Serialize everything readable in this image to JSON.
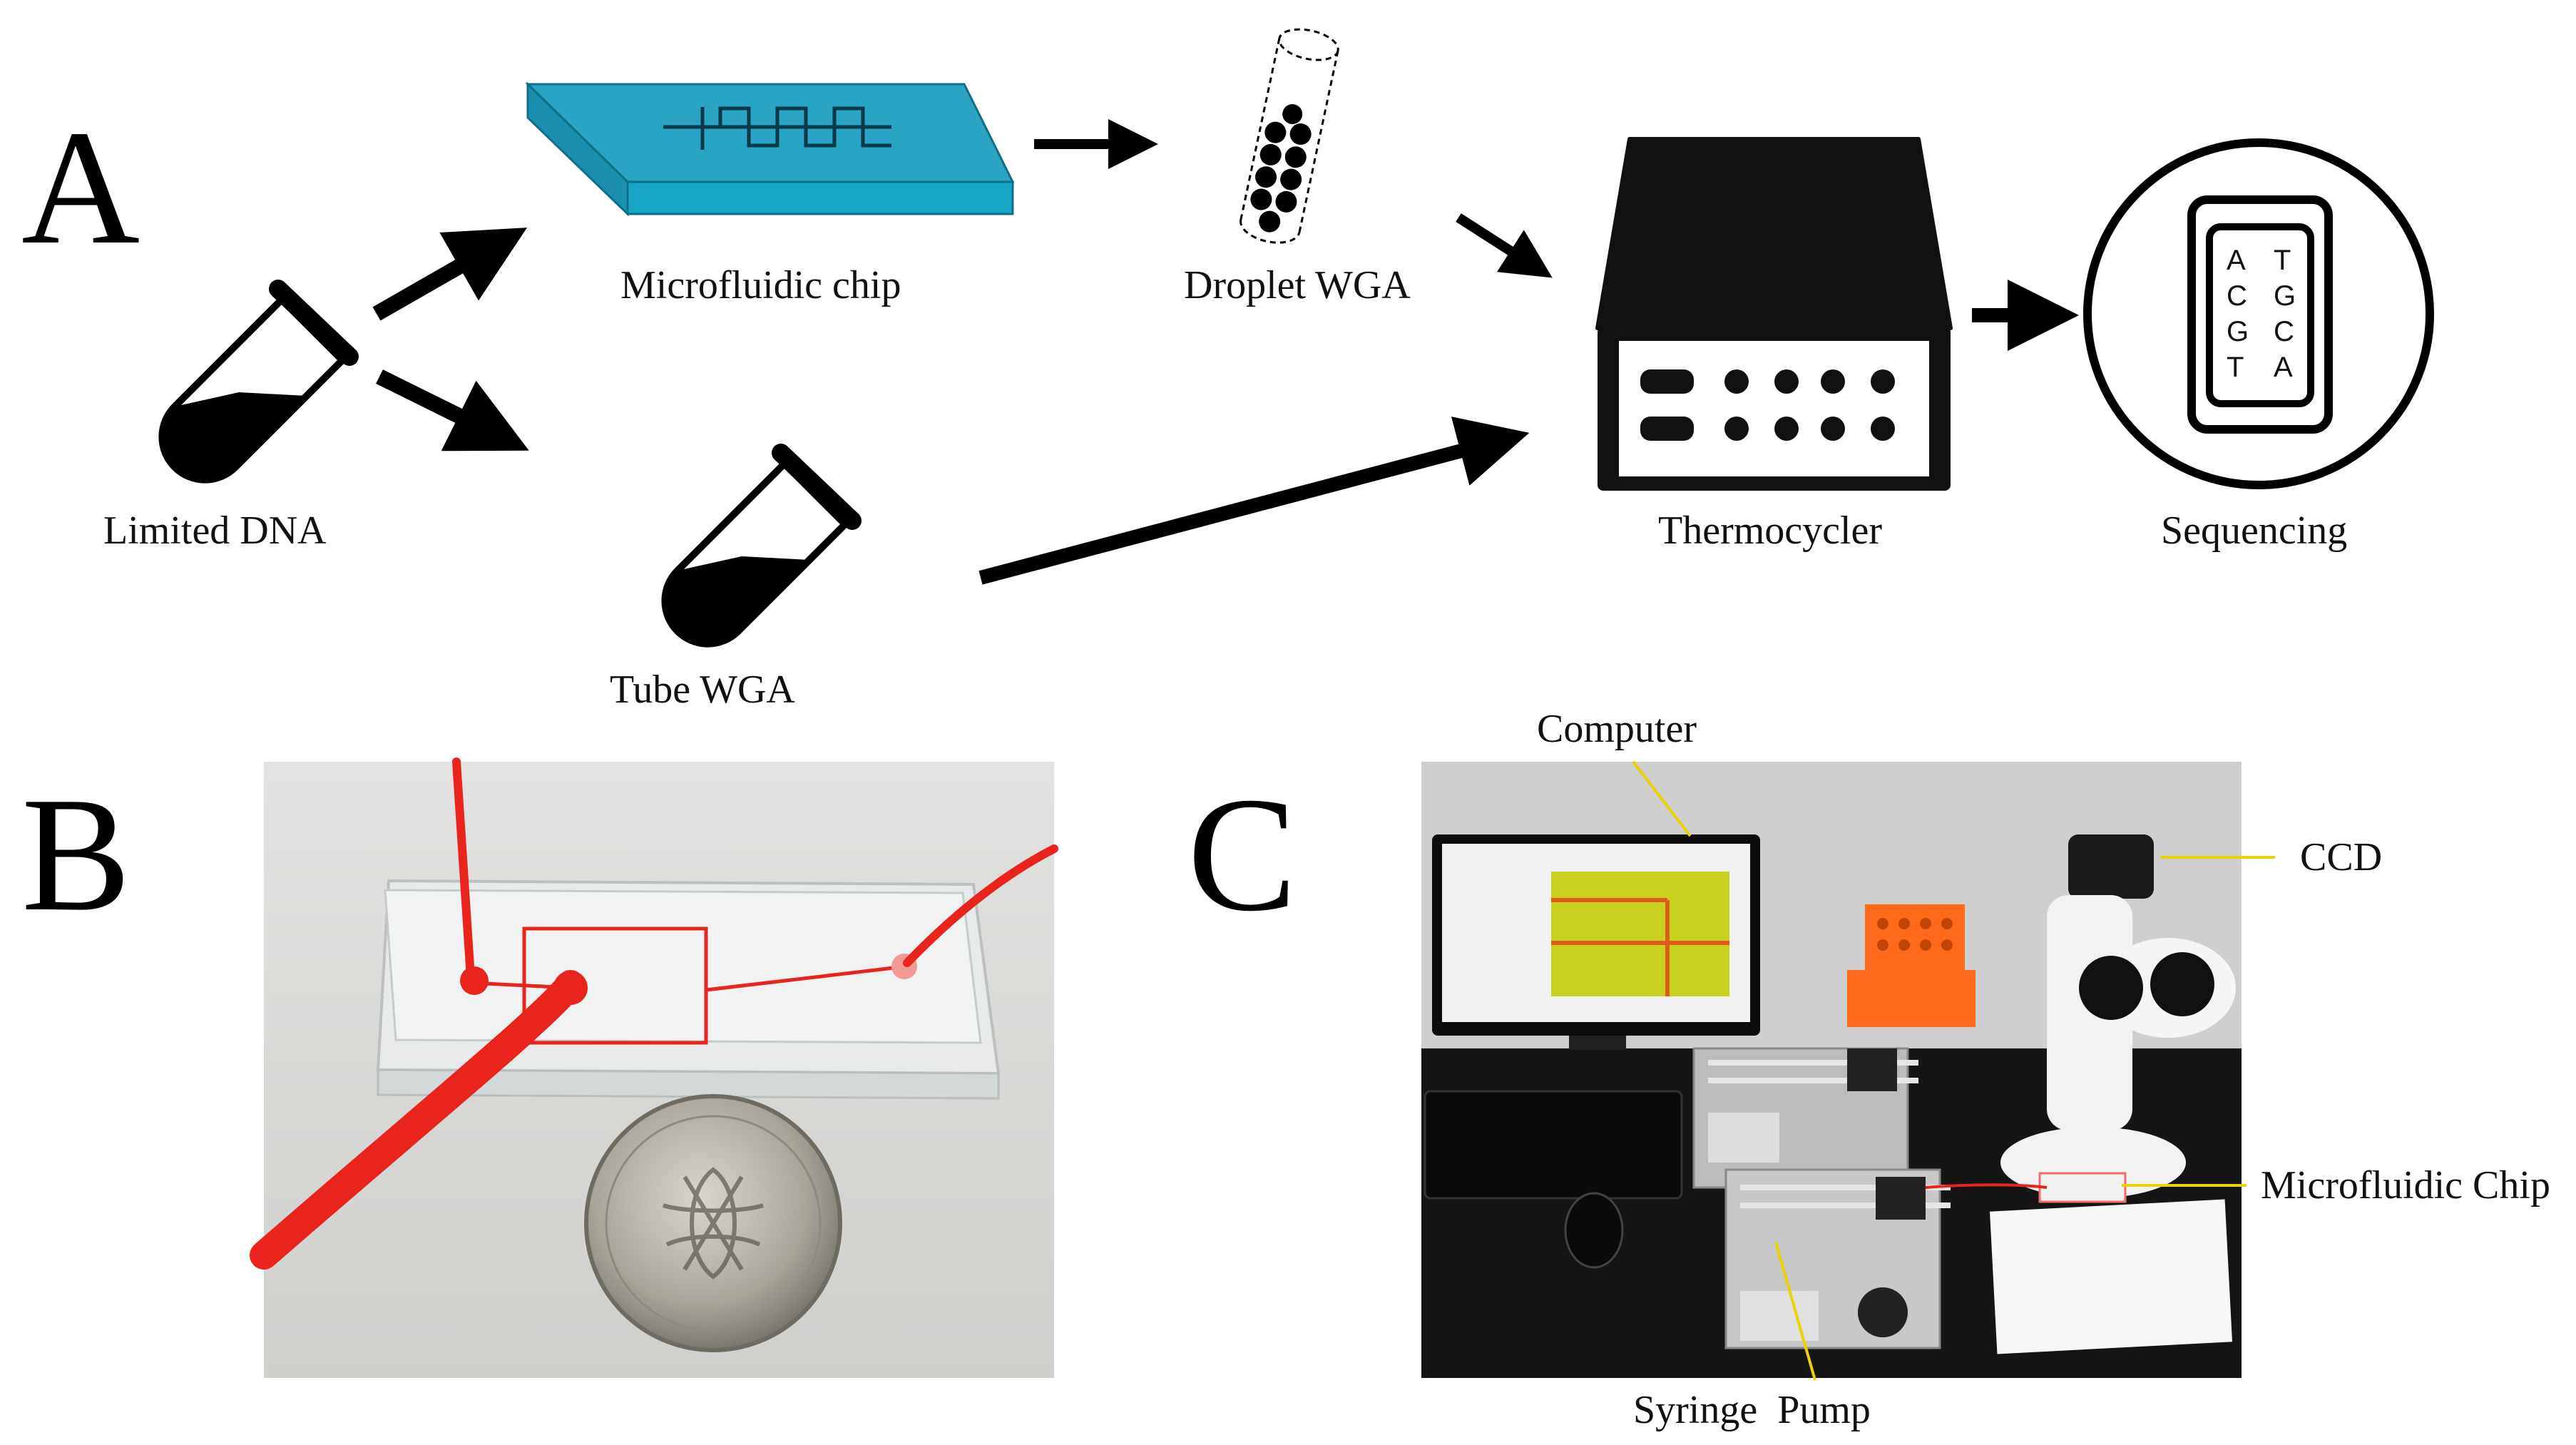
{
  "panels": {
    "a": "A",
    "b": "B",
    "c": "C"
  },
  "panel_a": {
    "limited_dna": "Limited DNA",
    "microfluidic_chip": "Microfluidic chip",
    "droplet_wga": "Droplet WGA",
    "tube_wga": "Tube WGA",
    "thermocycler": "Thermocycler",
    "sequencing": "Sequencing",
    "sequence_letters": {
      "left": [
        "A",
        "C",
        "G",
        "T"
      ],
      "right": [
        "T",
        "G",
        "C",
        "A"
      ]
    }
  },
  "panel_c": {
    "computer": "Computer",
    "ccd": "CCD",
    "microfluidic_chip": "Microfluidic Chip",
    "syringe_pump": "Syringe  Pump"
  },
  "colors": {
    "chip_top": "#2ba3c4",
    "chip_side": "#17a6c8",
    "ink": "#000000",
    "tubing_red": "#e8241c",
    "chip_screen_yellow": "#c8d21e",
    "rack_orange": "#ff6a1a",
    "annotation_line": "#e8d400"
  }
}
